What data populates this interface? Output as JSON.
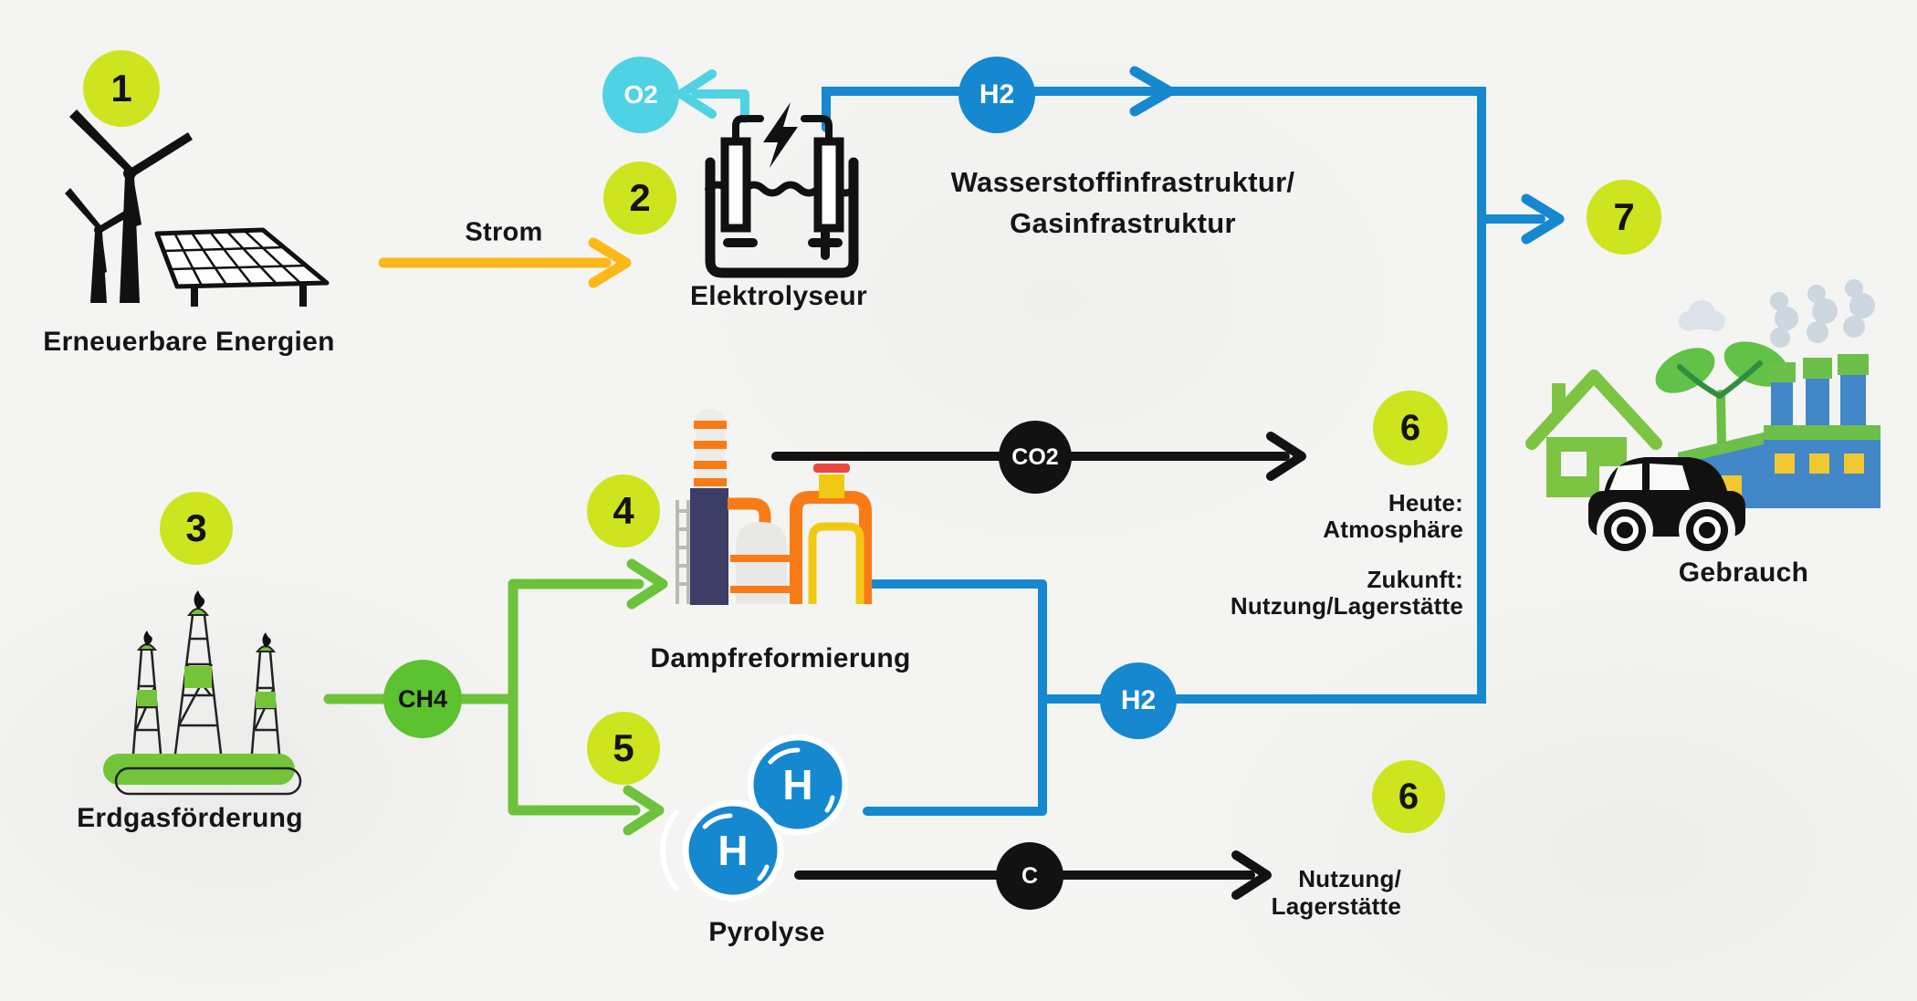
{
  "diagram_subject": "hydrogen-production-pathways",
  "badges": {
    "renewables": "1",
    "electrolyzer": "2",
    "gas_extraction": "3",
    "steam_reforming": "4",
    "pyrolysis": "5",
    "co2_sink": "6",
    "carbon_sink": "6",
    "usage": "7"
  },
  "labels": {
    "renewables": "Erneuerbare Energien",
    "strom": "Strom",
    "electrolyzer": "Elektrolyseur",
    "infrastructure_line1": "Wasserstoffinfrastruktur/",
    "infrastructure_line2": "Gasinfrastruktur",
    "steam_reforming": "Dampfreformierung",
    "gas_extraction": "Erdgasförderung",
    "pyrolysis": "Pyrolyse",
    "usage": "Gebrauch"
  },
  "chips": {
    "o2": "O2",
    "h2_top": "H2",
    "h2_mid": "H2",
    "ch4": "CH4",
    "co2": "CO2",
    "c": "C",
    "h_atom": "H"
  },
  "sinks": {
    "co2": {
      "l1": "Heute:",
      "l2": "Atmosphäre",
      "l3": "Zukunft:",
      "l4": "Nutzung/Lagerstätte"
    },
    "carbon": {
      "l1": "Nutzung/",
      "l2": "Lagerstätte"
    }
  },
  "icons": {
    "renewables": "wind-turbines-solar-panel-icon",
    "electrolyzer": "electrolysis-cell-icon",
    "gas_extraction": "drilling-rigs-icon",
    "steam_reforming": "reformer-plant-icon",
    "pyrolysis": "h2-molecule-icon",
    "usage": "house-car-factory-icon"
  },
  "colors": {
    "badge_lime": "#cee41f",
    "flow_blue": "#1588d0",
    "flow_cyan": "#4fd2e4",
    "flow_green": "#6cc33b",
    "ch4_green": "#5cc230",
    "strom_orange": "#fcb817",
    "flow_black": "#121212",
    "background": "#f4f4f2"
  }
}
